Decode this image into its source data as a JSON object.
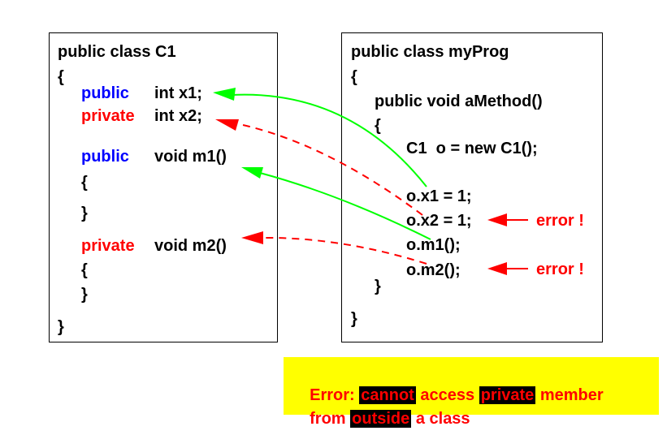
{
  "left_class": {
    "header": "public class C1",
    "open": "{",
    "members": [
      {
        "modifier": "public",
        "decl": "int x1;"
      },
      {
        "modifier": "private",
        "decl": "int x2;"
      },
      {
        "modifier": "public",
        "decl": "void m1()"
      },
      {
        "modifier": "private",
        "decl": "void m2()"
      }
    ],
    "m1_open": "{",
    "m1_close": "}",
    "m2_open": "{",
    "m2_close": "}",
    "close": "}"
  },
  "right_class": {
    "header": "public class myProg",
    "open": "{",
    "method": "public void aMethod()",
    "method_open": "{",
    "lines": [
      "C1  o = new C1();",
      "o.x1 = 1;",
      "o.x2 = 1;",
      "o.m1();",
      "o.m2();"
    ],
    "method_close": "}",
    "close": "}"
  },
  "errors": [
    "error !",
    "error !"
  ],
  "note": {
    "w1": "Error:",
    "w2": "cannot",
    "w3": "access",
    "w4": "private",
    "w5": "member",
    "w6": "from",
    "w7": "outside",
    "w8": "a class"
  },
  "colors": {
    "public": "#0000ff",
    "private": "#ff0000",
    "allowed": "#00ff00",
    "denied": "#ff0000",
    "note_bg": "#ffff00"
  }
}
